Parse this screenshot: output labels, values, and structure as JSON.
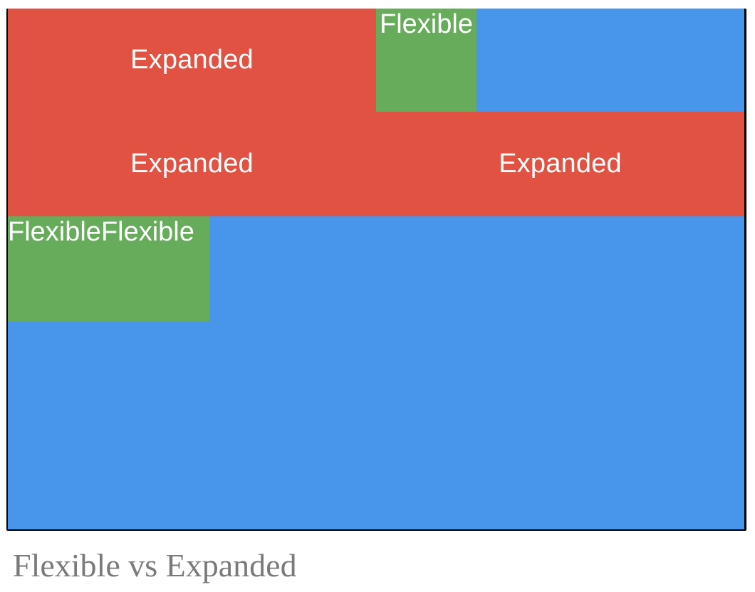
{
  "demo": {
    "row1": {
      "expanded_label": "Expanded",
      "flexible_label": "Flexible"
    },
    "row2": {
      "left_expanded_label": "Expanded",
      "right_expanded_label": "Expanded"
    },
    "row3": {
      "flexible_pair_label": "FlexibleFlexible"
    }
  },
  "colors": {
    "expanded": "#e15243",
    "flexible": "#67ac5b",
    "background": "#4796eb",
    "caption": "#7a7a7a"
  },
  "caption": "Flexible vs Expanded"
}
